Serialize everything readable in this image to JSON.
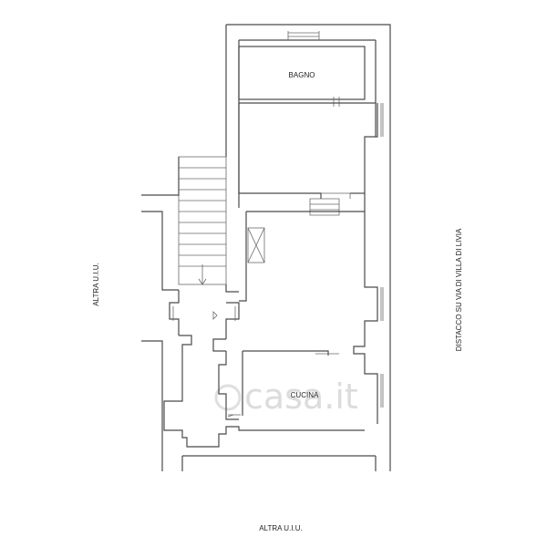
{
  "rooms": {
    "bagno": "BAGNO",
    "cucina": "CUCINA"
  },
  "side_labels": {
    "left": "ALTRA U.I.U.",
    "bottom": "ALTRA U.I.U.",
    "right": "DISTACCO SU VIA DI VILLA DI LIVIA"
  },
  "watermark": "casa.it",
  "colors": {
    "wall": "#4a4a4a",
    "background": "#ffffff"
  }
}
